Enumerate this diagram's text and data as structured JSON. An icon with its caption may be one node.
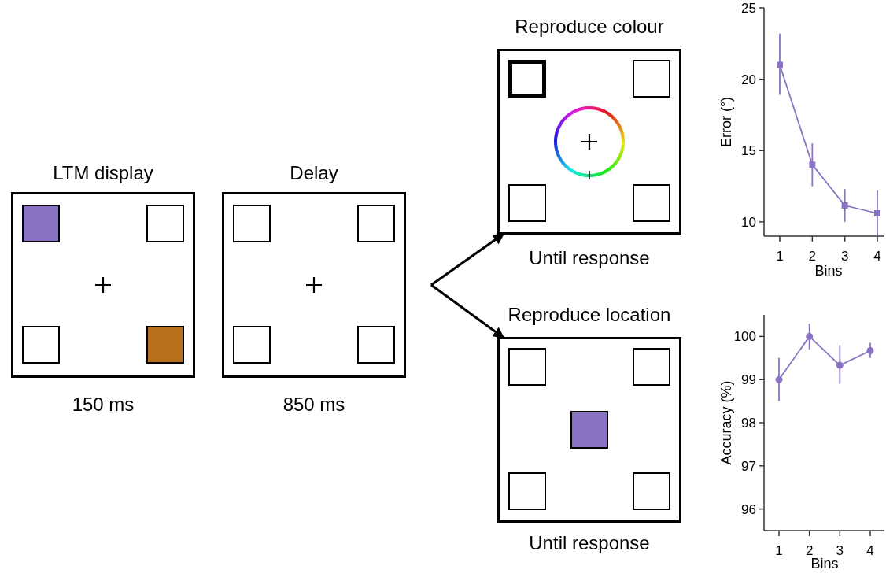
{
  "diagram": {
    "nodes": [
      {
        "text": [
          "LTM display"
        ],
        "beside": [
          "150 ms"
        ]
      },
      {
        "text": [
          "Delay"
        ],
        "beside": [
          "850 ms"
        ]
      },
      {
        "text": [
          "Reproduce colour"
        ],
        "beside": [
          "Until response"
        ]
      },
      {
        "text": [
          "Reproduce location"
        ],
        "beside": [
          "Until response"
        ]
      }
    ],
    "edges": [
      {
        "from": null,
        "to": 2,
        "arrow": "to"
      },
      {
        "from": null,
        "to": 3,
        "arrow": "to"
      }
    ],
    "chart_data": [
      {
        "type": "line",
        "xlabel": "Bins",
        "ylabel": "Error (°)",
        "categories": [
          "1",
          "2",
          "3",
          "4"
        ],
        "series": [
          {
            "color": "#8b73c4",
            "marker": "square",
            "values": [
              21.0,
              14.0,
              11.15,
              10.6
            ],
            "errors": [
              [
                18.9,
                23.2
              ],
              [
                12.5,
                15.5
              ],
              [
                10.0,
                12.3
              ],
              [
                9.0,
                12.2
              ]
            ]
          }
        ],
        "ylim": [
          9,
          25
        ],
        "yticks": [
          10,
          15,
          20,
          25
        ]
      },
      {
        "type": "line",
        "xlabel": "Bins",
        "ylabel": "Accuracy (%)",
        "categories": [
          "1",
          "2",
          "3",
          "4"
        ],
        "series": [
          {
            "color": "#8b73c4",
            "marker": "circle",
            "values": [
              99.0,
              100.0,
              99.33,
              99.67
            ],
            "errors": [
              [
                98.5,
                99.5
              ],
              [
                99.7,
                100.3
              ],
              [
                98.9,
                99.8
              ],
              [
                99.5,
                99.85
              ]
            ]
          }
        ],
        "ylim": [
          95.5,
          100.5
        ],
        "yticks": [
          96,
          97,
          98,
          99,
          100
        ]
      }
    ]
  }
}
